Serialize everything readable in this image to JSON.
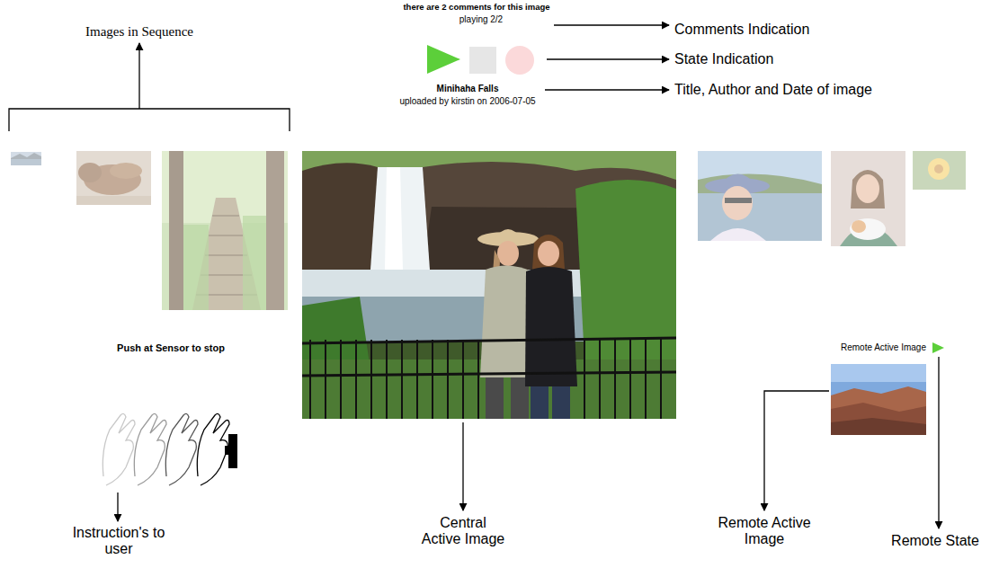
{
  "diagram": {
    "labels": [
      "Images in Sequence",
      "there are 2 comments for this image",
      "playing 2/2",
      "Comments Indication",
      "State Indication",
      "Minihaha Falls",
      "uploaded by kirstin on 2006-07-05",
      "Title, Author and Date of image",
      "Push at Sensor to stop",
      "Remote Active Image",
      "Instruction's to user",
      "Central Active Image",
      "Remote Active Image",
      "Remote State"
    ]
  }
}
